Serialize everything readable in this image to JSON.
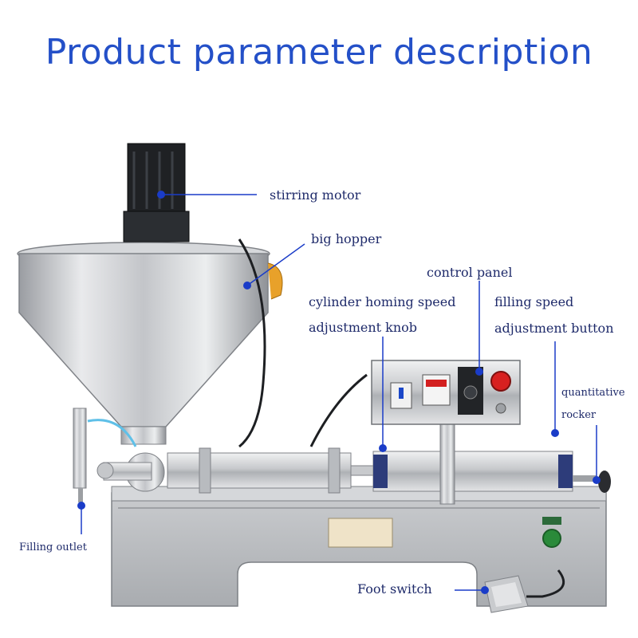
{
  "title": "Product parameter description",
  "labels": {
    "stirring_motor": "stirring motor",
    "big_hopper": "big hopper",
    "control_panel": "control panel",
    "cylinder_line1": "cylinder homing speed",
    "cylinder_line2": "adjustment knob",
    "filling_line1": "filling speed",
    "filling_line2": "adjustment button",
    "quantitative_line1": "quantitative",
    "quantitative_line2": "rocker",
    "filling_outlet": "Filling outlet",
    "foot_switch": "Foot switch"
  },
  "colors": {
    "title": "#2450c8",
    "callout": "#1a3cc8",
    "label": "#1e2a6a",
    "steel_light": "#dcdde0",
    "steel_dark": "#8e9196",
    "stop_button": "#d82020"
  },
  "icons": [
    "emergency-stop-icon",
    "timer-display-icon",
    "breaker-switch-icon",
    "power-indicator-icon"
  ]
}
